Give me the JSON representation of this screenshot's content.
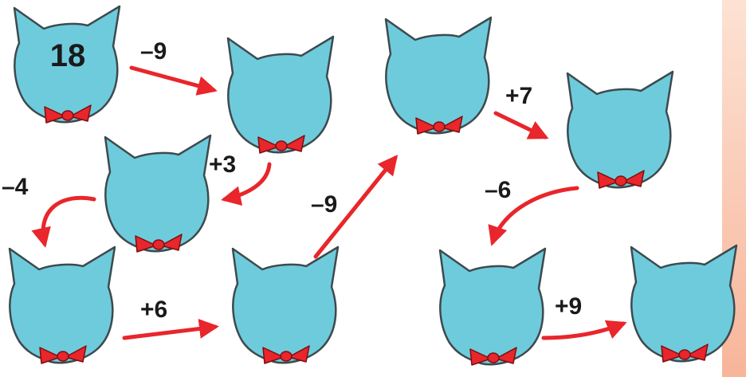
{
  "colors": {
    "head": "#6ecbdc",
    "outline": "#3d4a4e",
    "bow": "#e8262b",
    "arrow": "#e8262b",
    "edge": "#f7b59a"
  },
  "cats": [
    {
      "id": "start",
      "value": "18"
    },
    {
      "id": "after-minus-9",
      "value": ""
    },
    {
      "id": "after-plus-3",
      "value": ""
    },
    {
      "id": "after-minus-4",
      "value": ""
    },
    {
      "id": "after-plus-6",
      "value": ""
    },
    {
      "id": "after-minus-9-b",
      "value": ""
    },
    {
      "id": "after-plus-7",
      "value": ""
    },
    {
      "id": "after-minus-6",
      "value": ""
    },
    {
      "id": "after-plus-9",
      "value": ""
    }
  ],
  "operations": [
    "–9",
    "+3",
    "–4",
    "+6",
    "–9",
    "+7",
    "–6",
    "+9"
  ]
}
